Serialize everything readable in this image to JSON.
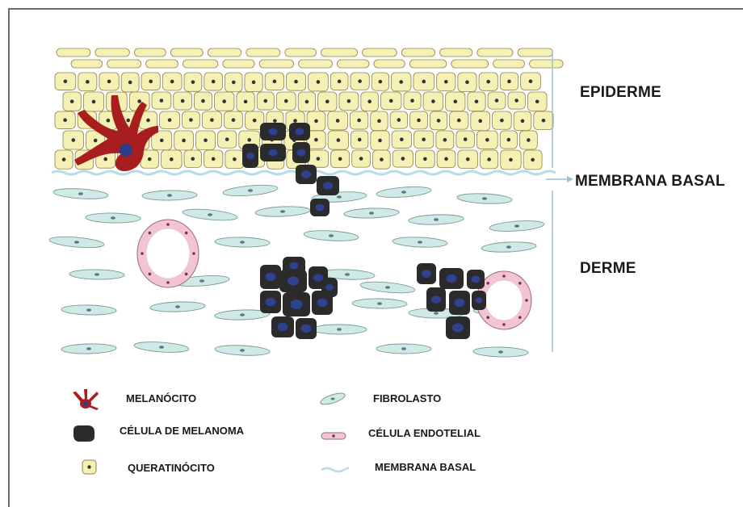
{
  "layers": {
    "epiderme": "EPIDERME",
    "membrana_basal": "MEMBRANA BASAL",
    "derme": "DERME"
  },
  "legend": [
    {
      "label": "MELANÓCITO",
      "icon": "melanocyte-icon"
    },
    {
      "label": "CÉLULA DE MELANOMA",
      "icon": "melanoma-cell-icon"
    },
    {
      "label": "QUERATINÓCITO",
      "icon": "keratinocyte-icon"
    },
    {
      "label": "FIBROLASTO",
      "icon": "fibroblast-icon"
    },
    {
      "label": "CÉLULA ENDOTELIAL",
      "icon": "endothelial-cell-icon"
    },
    {
      "label": "MEMBRANA BASAL",
      "icon": "basement-membrane-icon"
    }
  ],
  "colors": {
    "keratinocyte_fill": "#f5f0b4",
    "keratinocyte_stroke": "#8a8450",
    "melanocyte": "#a81e1e",
    "melanocyte_nucleus": "#2a3c8a",
    "melanoma_cell": "#2b2b2b",
    "melanoma_nucleus": "#2f4290",
    "fibroblast_fill": "#cfe9e6",
    "fibroblast_stroke": "#7a9a98",
    "endothelial_fill": "#f2c4d4",
    "endothelial_stroke": "#9a6b80",
    "basement_membrane": "#b9dce8",
    "bracket": "#9fbfd0"
  }
}
